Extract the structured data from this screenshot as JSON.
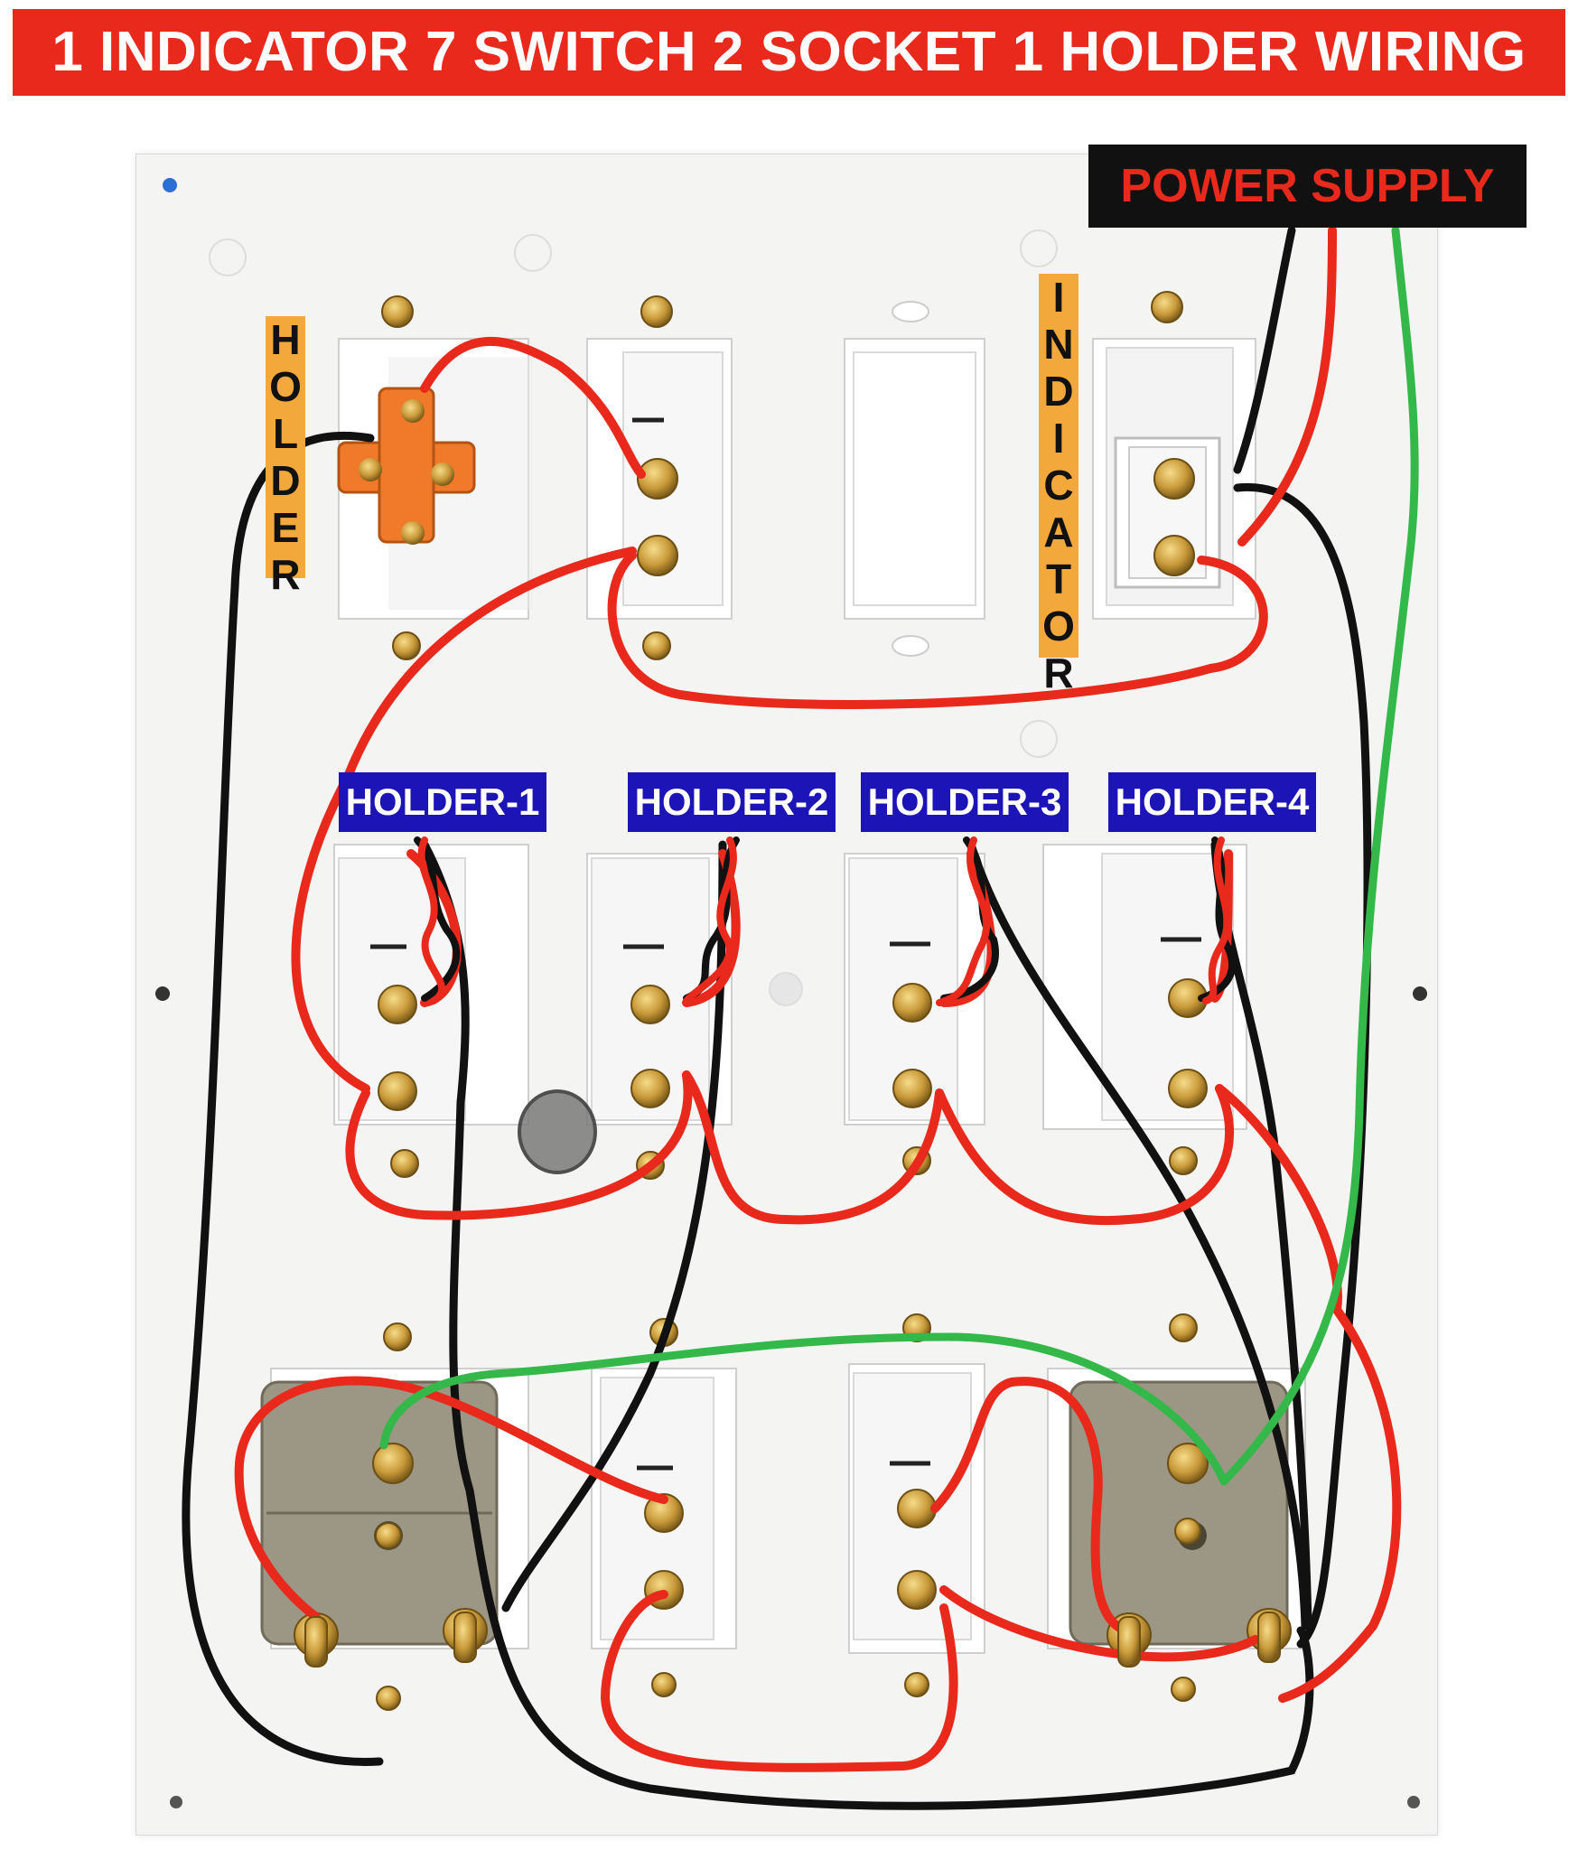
{
  "title": "1 INDICATOR 7 SWITCH 2 SOCKET 1 HOLDER WIRING",
  "labels": {
    "power_supply": "POWER SUPPLY",
    "holder": "HOLDER",
    "indicator": "INDICATOR",
    "holder_1": "HOLDER-1",
    "holder_2": "HOLDER-2",
    "holder_3": "HOLDER-3",
    "holder_4": "HOLDER-4"
  },
  "colors": {
    "title_bg": "#e8291c",
    "phase_wire": "#e8291c",
    "neutral_wire": "#111111",
    "earth_wire": "#34b84a",
    "label_orange": "#f2a83a",
    "label_blue": "#1d14b8",
    "holder_body": "#f07a2a",
    "terminal_brass": "#c99a3a",
    "socket_body": "#9c9684"
  }
}
